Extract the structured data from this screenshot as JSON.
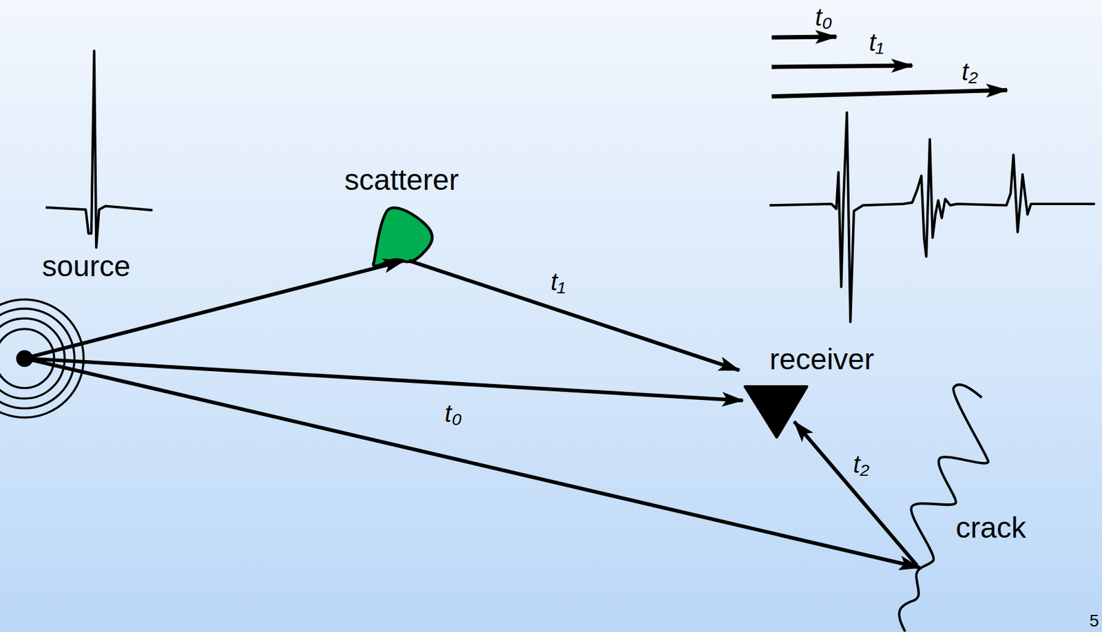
{
  "diagram": {
    "nodes": [
      {
        "text": [
          "source"
        ]
      },
      {
        "text": [
          "scatterer"
        ]
      },
      {
        "text": [
          "receiver"
        ]
      },
      {
        "text": [
          "crack"
        ]
      }
    ],
    "edges": [
      {
        "from": 0,
        "to": 1,
        "arrow": "to"
      },
      {
        "from": 1,
        "to": 2,
        "label": "t₁",
        "arrow": "to"
      },
      {
        "from": 0,
        "to": 2,
        "label": "t₀",
        "arrow": "to"
      },
      {
        "from": 0,
        "to": 3,
        "arrow": "to"
      },
      {
        "from": 3,
        "to": 2,
        "label": "t₂",
        "arrow": "to"
      }
    ],
    "labels": [
      "t₀",
      "t₁",
      "t₂",
      "5"
    ]
  }
}
